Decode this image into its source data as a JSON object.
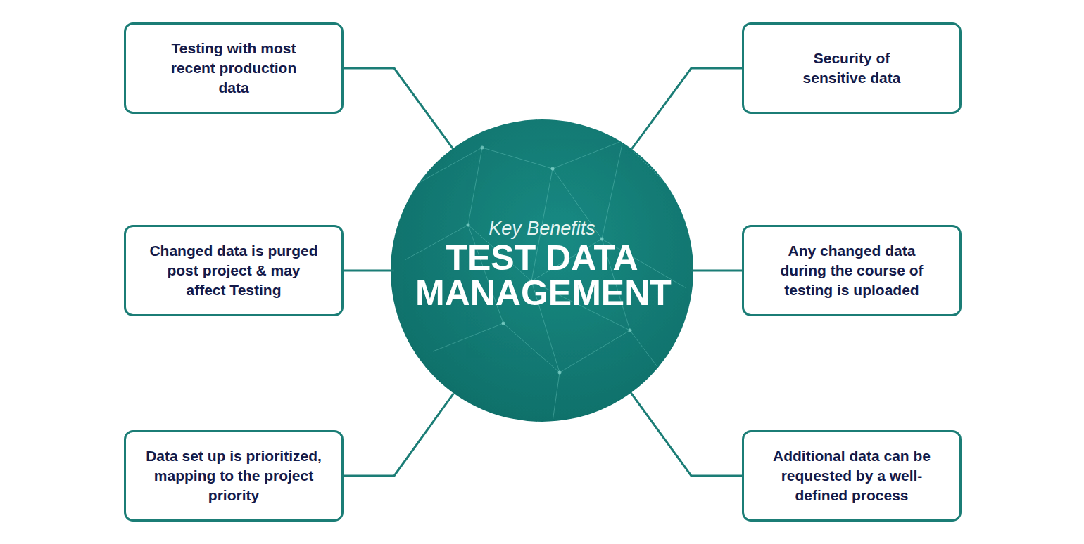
{
  "diagram": {
    "nodes": [
      {
        "text": [
          "Key Benefits",
          "TEST DATA MANAGEMENT"
        ]
      },
      {
        "text": [
          "Testing with most recent production data"
        ]
      },
      {
        "text": [
          "Security of sensitive data"
        ]
      },
      {
        "text": [
          "Changed data is purged post project & may affect Testing"
        ]
      },
      {
        "text": [
          "Any changed data during the course of testing is uploaded"
        ]
      },
      {
        "text": [
          "Data set up is prioritized, mapping to the project priority"
        ]
      },
      {
        "text": [
          "Additional data can be requested by a well-defined process"
        ]
      }
    ],
    "edges": [
      {
        "from": 0,
        "to": 1,
        "arrow": "none"
      },
      {
        "from": 0,
        "to": 2,
        "arrow": "none"
      },
      {
        "from": 0,
        "to": 3,
        "arrow": "none"
      },
      {
        "from": 0,
        "to": 4,
        "arrow": "none"
      },
      {
        "from": 0,
        "to": 5,
        "arrow": "none"
      },
      {
        "from": 0,
        "to": 6,
        "arrow": "none"
      }
    ]
  }
}
